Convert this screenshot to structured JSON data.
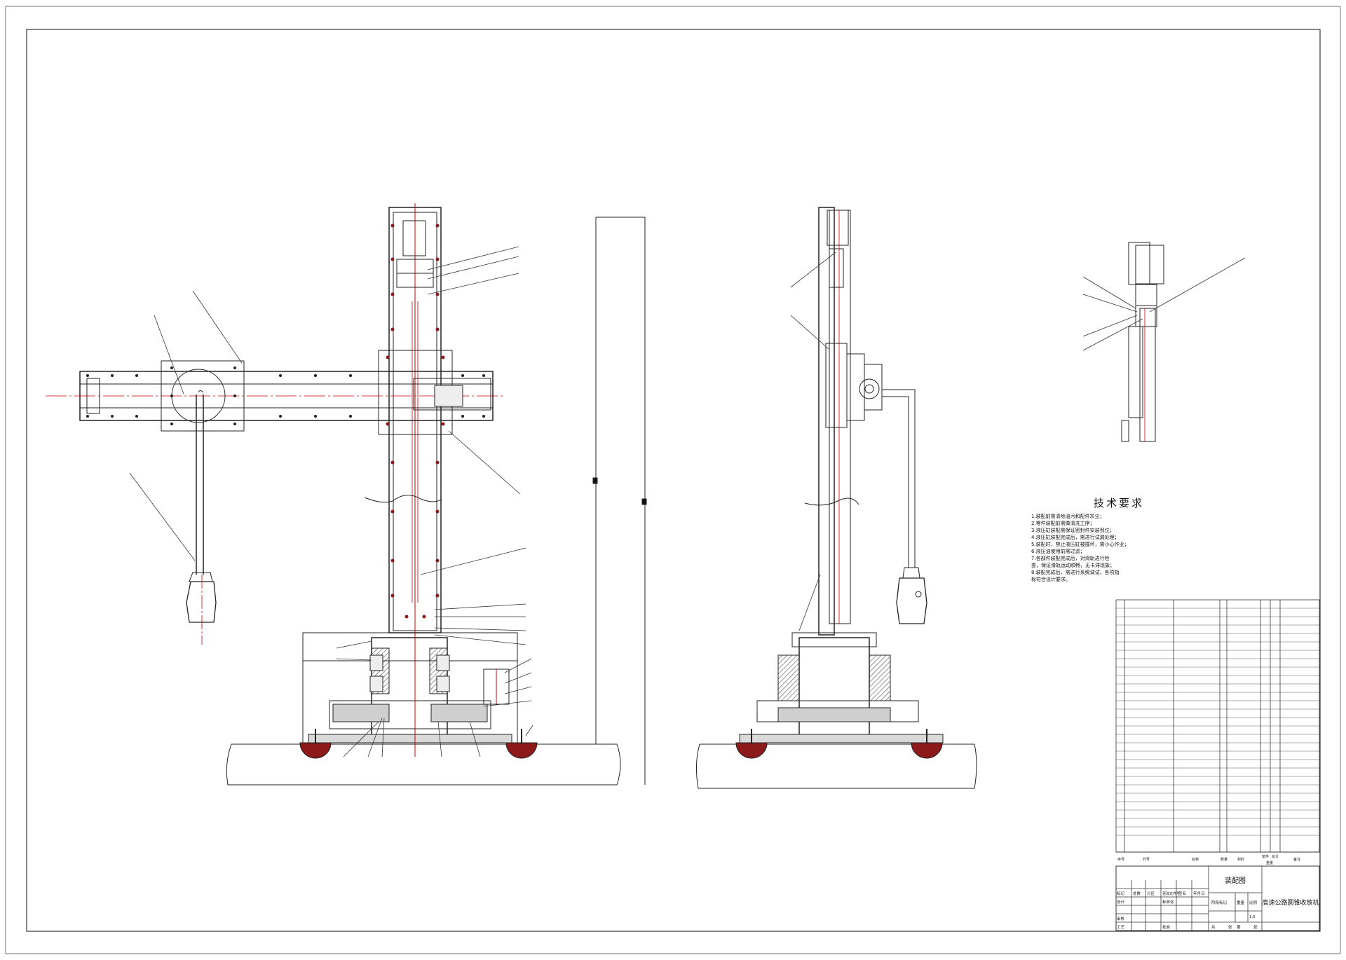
{
  "technical_requirements": {
    "title": "技术要求",
    "lines": [
      "1.装配前需清除油污和配件灰尘；",
      "2.零件装配前需做清洗工序；",
      "3.液压缸装配需保证密封件安装到位；",
      "4.液压缸装配完成后，需进行试漏处理；",
      "5.装配时，禁止液压缸被撞坏，需小心作业；",
      "6.液压油使用前需过滤；",
      "7.各部件装配完成后，对滑轨进行检",
      "查，保证滑轨运动顺畅，无卡滞现象；",
      "8.装配完成后，需进行系统调试，各项指",
      "标符合设计要求。"
    ]
  },
  "title_block": {
    "drawing_name": "装配图",
    "product_name": "高速公路圆锥收放机",
    "header_labels": [
      "标记",
      "处数",
      "分区",
      "更改文件号",
      "签名",
      "年月日"
    ],
    "row_labels": [
      "设计",
      "标准化",
      "阶段标记",
      "重量",
      "比例"
    ],
    "left_labels": [
      "审核",
      "工艺",
      "批准"
    ],
    "sheet_text": [
      "共",
      "张",
      "第",
      "张"
    ],
    "scale_value": "1:5"
  },
  "parts_list": {
    "headers": [
      "序号",
      "代号",
      "名称",
      "数量",
      "材料",
      "单件",
      "总计",
      "备注"
    ],
    "header_sub": "重量"
  }
}
